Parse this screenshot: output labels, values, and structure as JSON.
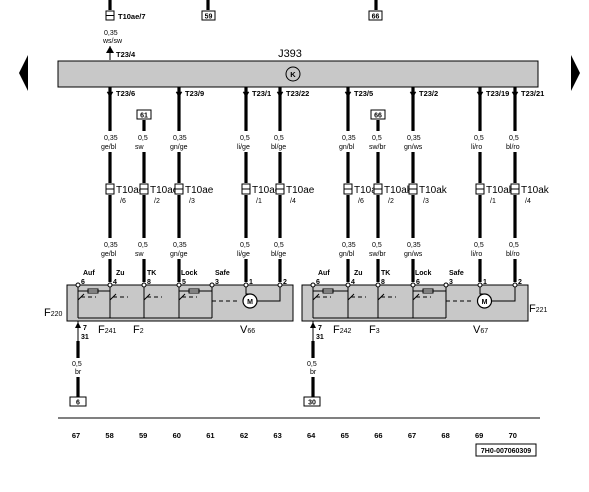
{
  "navigation": {
    "prev": "previous-page",
    "next": "next-page"
  },
  "control_unit": {
    "name": "J393",
    "symbol": "K"
  },
  "top_terminals": [
    {
      "id": "top-term-59",
      "label": "59"
    },
    {
      "id": "top-term-66",
      "label": "66"
    }
  ],
  "feed": {
    "connector": "T10ae/7",
    "size": "0,35",
    "color": "ws/sw",
    "pin": "T23/4"
  },
  "wires": [
    {
      "pin": "T23/6",
      "size_top": "0,35",
      "color_top": "ge/bl",
      "conn_main": "T10ae",
      "conn_sub": "/6",
      "size_bot": "0,35",
      "color_bot": "ge/bl"
    },
    {
      "pin": "",
      "box": "61",
      "size_top": "0,5",
      "color_top": "sw",
      "conn_main": "T10ae",
      "conn_sub": "/2",
      "size_bot": "0,5",
      "color_bot": "sw"
    },
    {
      "pin": "T23/9",
      "size_top": "0,35",
      "color_top": "gn/ge",
      "conn_main": "T10ae",
      "conn_sub": "/3",
      "size_bot": "0,35",
      "color_bot": "gn/ge"
    },
    {
      "pin": "T23/1",
      "size_top": "0,5",
      "color_top": "li/ge",
      "conn_main": "T10ae",
      "conn_sub": "/1",
      "size_bot": "0,5",
      "color_bot": "li/ge"
    },
    {
      "pin": "T23/22",
      "size_top": "0,5",
      "color_top": "bl/ge",
      "conn_main": "T10ae",
      "conn_sub": "/4",
      "size_bot": "0,5",
      "color_bot": "bl/ge"
    },
    {
      "pin": "T23/5",
      "size_top": "0,35",
      "color_top": "gn/bl",
      "conn_main": "T10ak",
      "conn_sub": "/6",
      "size_bot": "0,35",
      "color_bot": "gn/bl"
    },
    {
      "pin": "",
      "box": "66",
      "size_top": "0,5",
      "color_top": "sw/br",
      "conn_main": "T10ak",
      "conn_sub": "/2",
      "size_bot": "0,5",
      "color_bot": "sw/br"
    },
    {
      "pin": "T23/2",
      "size_top": "0,35",
      "color_top": "gn/ws",
      "conn_main": "T10ak",
      "conn_sub": "/3",
      "size_bot": "0,35",
      "color_bot": "gn/ws"
    },
    {
      "pin": "T23/19",
      "size_top": "0,5",
      "color_top": "li/ro",
      "conn_main": "T10ak",
      "conn_sub": "/1",
      "size_bot": "0,5",
      "color_bot": "li/ro"
    },
    {
      "pin": "T23/21",
      "size_top": "0,5",
      "color_top": "bl/ro",
      "conn_main": "T10ak",
      "conn_sub": "/4",
      "size_bot": "0,5",
      "color_bot": "bl/ro"
    }
  ],
  "modules": [
    {
      "id": "F220",
      "label": "F220",
      "main": "F",
      "main_sub": "220",
      "switch_labels": [
        "Auf",
        "Zu",
        "TK",
        "Lock",
        "Safe"
      ],
      "pins": [
        "6",
        "4",
        "8",
        "5",
        "3",
        "1",
        "2"
      ],
      "parts": [
        {
          "main": "F",
          "sub": "241"
        },
        {
          "main": "F",
          "sub": "2"
        },
        {
          "main": "V",
          "sub": "66"
        }
      ],
      "ground_pin_a": "7",
      "ground_pin_b": "31",
      "ground_size": "0,5",
      "ground_color": "br",
      "ground_box": "6"
    },
    {
      "id": "F221",
      "label": "F221",
      "main": "F",
      "main_sub": "221",
      "switch_labels": [
        "Auf",
        "Zu",
        "TK",
        "Lock",
        "Safe"
      ],
      "pins": [
        "6",
        "4",
        "8",
        "6",
        "3",
        "1",
        "2"
      ],
      "parts": [
        {
          "main": "F",
          "sub": "242"
        },
        {
          "main": "F",
          "sub": "3"
        },
        {
          "main": "V",
          "sub": "67"
        }
      ],
      "ground_pin_a": "7",
      "ground_pin_b": "31",
      "ground_size": "0,5",
      "ground_color": "br",
      "ground_box": "30"
    }
  ],
  "motor_symbol": "M",
  "track_numbers": [
    "67",
    "58",
    "59",
    "60",
    "61",
    "62",
    "63",
    "64",
    "65",
    "66",
    "67",
    "68",
    "69",
    "70"
  ],
  "reference": "7H0-007060309"
}
